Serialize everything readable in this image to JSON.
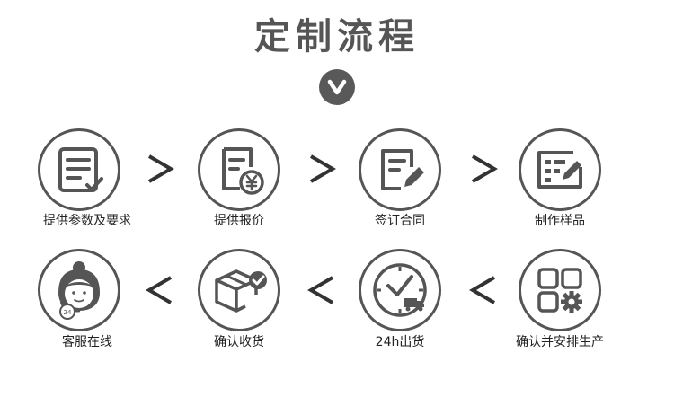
{
  "header": {
    "title": "定制流程"
  },
  "steps_row1": [
    {
      "label": "提供参数及要求",
      "icon": "document-list-check-icon"
    },
    {
      "label": "提供报价",
      "icon": "document-yen-icon"
    },
    {
      "label": "签订合同",
      "icon": "document-pen-icon"
    },
    {
      "label": "制作样品",
      "icon": "tablet-pen-icon"
    }
  ],
  "steps_row2": [
    {
      "label": "客服在线",
      "icon": "customer-service-agent-icon"
    },
    {
      "label": "确认收货",
      "icon": "package-check-icon"
    },
    {
      "label": "24h出货",
      "icon": "clock-truck-icon"
    },
    {
      "label": "确认并安排生产",
      "icon": "grid-gear-icon"
    }
  ],
  "arrows": {
    "row1": ">",
    "row2": "<"
  },
  "colors": {
    "icon": "#555555",
    "badge": "#595959",
    "text": "#222222"
  }
}
